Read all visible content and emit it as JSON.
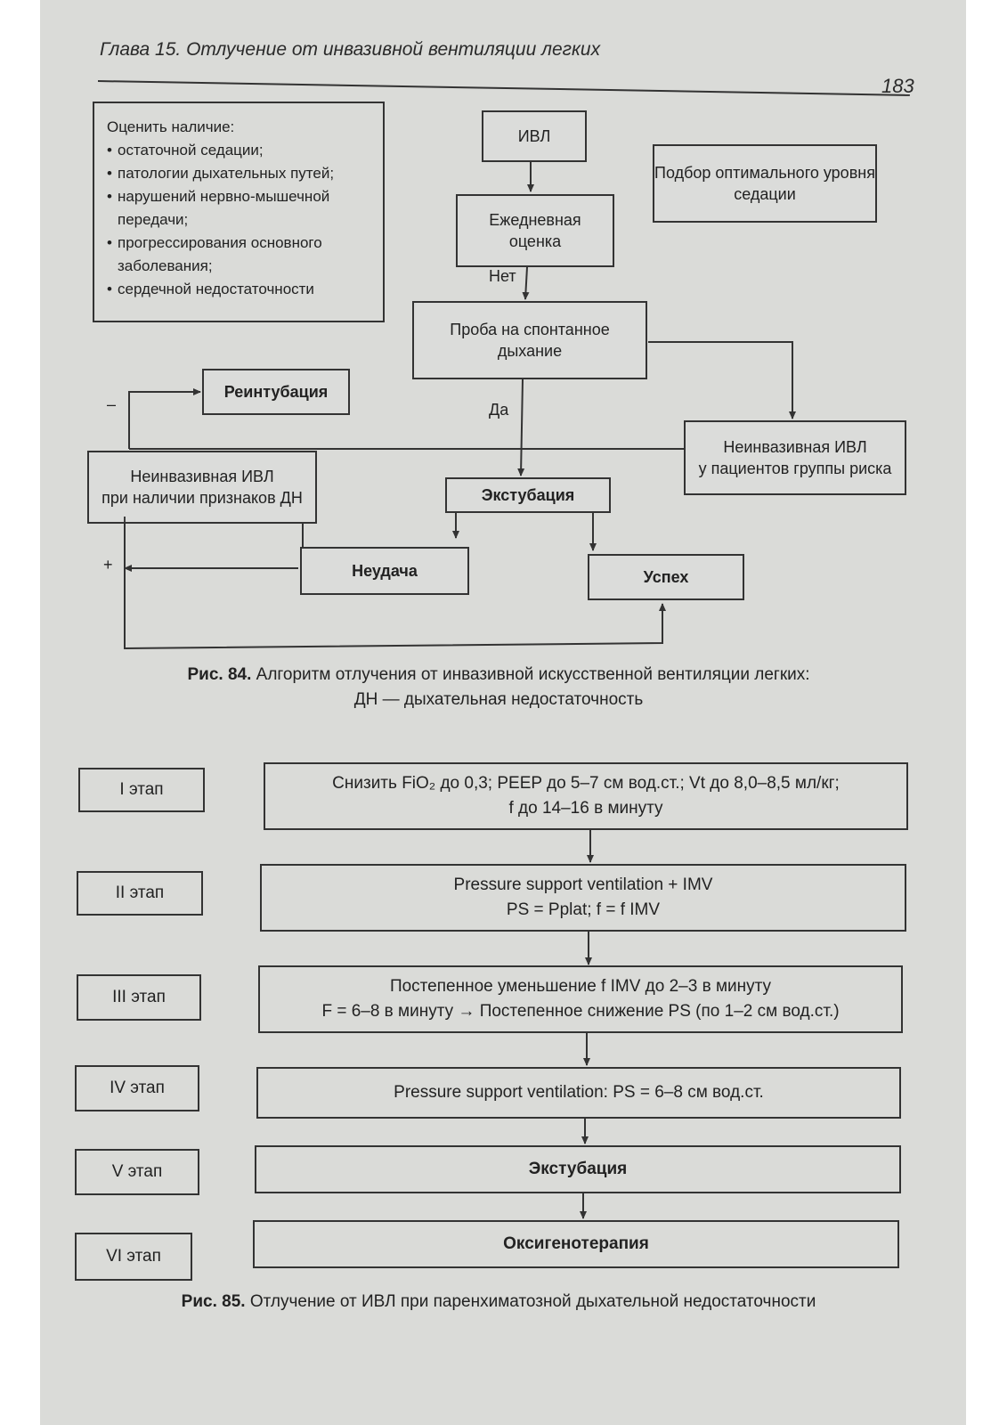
{
  "header": {
    "chapter_title": "Глава 15. Отлучение от инвазивной вентиляции легких",
    "page_number": "183"
  },
  "fig84": {
    "checklist": {
      "title": "Оценить наличие:",
      "items": [
        "остаточной седации;",
        "патологии дыхательных путей;",
        "нарушений нервно-мышечной передачи;",
        "прогрессирования основного заболевания;",
        "сердечной недостаточности"
      ]
    },
    "nodes": {
      "ivl": "ИВЛ",
      "sedation": "Подбор оптимального уровня седации",
      "daily_1": "Ежедневная",
      "daily_2": "оценка",
      "sbt_1": "Проба на спонтанное",
      "sbt_2": "дыхание",
      "reintubation": "Реинтубация",
      "niv_risk_1": "Неинвазивная ИВЛ",
      "niv_risk_2": "у пациентов группы риска",
      "niv_dn_1": "Неинвазивная ИВЛ",
      "niv_dn_2": "при наличии признаков ДН",
      "extubation": "Экстубация",
      "failure": "Неудача",
      "success": "Успех"
    },
    "labels": {
      "no": "Нет",
      "yes": "Да",
      "minus": "–",
      "plus": "+"
    },
    "caption_prefix": "Рис. 84.",
    "caption_text": "Алгоритм отлучения от инвазивной искусственной вентиляции легких:",
    "caption_line2": "ДН — дыхательная недостаточность"
  },
  "fig85": {
    "stages": [
      "I этап",
      "II этап",
      "III этап",
      "IV этап",
      "V этап",
      "VI этап"
    ],
    "steps": [
      {
        "line1": "Снизить FiO₂ до 0,3; PEEP до 5–7 см вод.ст.; Vt до 8,0–8,5 мл/кг;",
        "line2": "f до 14–16 в минуту"
      },
      {
        "line1": "Pressure support ventilation + IMV",
        "line2": "PS = Pplat; f = f IMV"
      },
      {
        "line1": "Постепенное уменьшение f IMV до 2–3 в минуту",
        "line2": "F = 6–8 в минуту → Постепенное снижение PS (по 1–2 см вод.ст.)"
      },
      {
        "line1": "Pressure support ventilation: PS = 6–8 см вод.ст.",
        "line2": ""
      },
      {
        "line1": "Экстубация",
        "line2": ""
      },
      {
        "line1": "Оксигенотерапия",
        "line2": ""
      }
    ],
    "caption_prefix": "Рис. 85.",
    "caption_text": "Отлучение от ИВЛ при паренхиматозной дыхательной недостаточности"
  }
}
